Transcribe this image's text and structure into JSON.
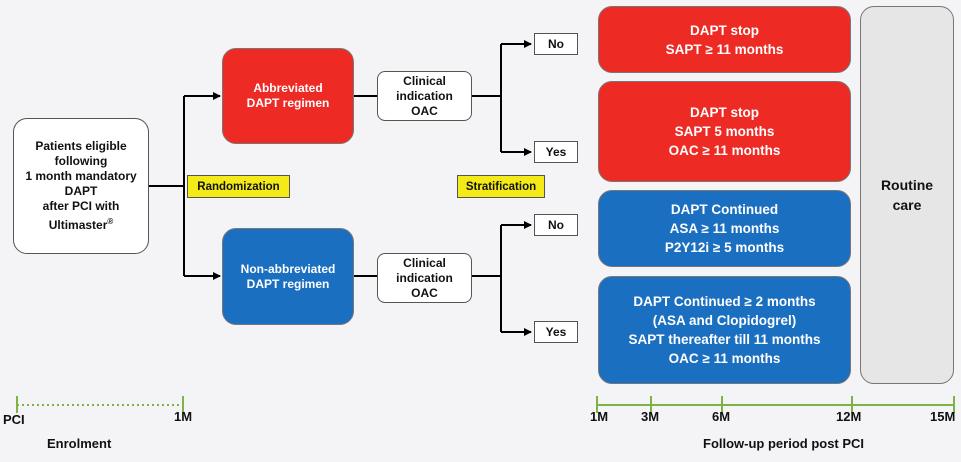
{
  "enrolment_box": [
    "Patients eligible",
    "following",
    "1 month mandatory",
    "DAPT",
    "after PCI with"
  ],
  "enrolment_device": "Ultimaster",
  "enrolment_device_mark": "®",
  "randomization": "Randomization",
  "stratification": "Stratification",
  "abbreviated": [
    "Abbreviated",
    "DAPT regimen"
  ],
  "non_abbreviated": [
    "Non-abbreviated",
    "DAPT regimen"
  ],
  "clinical_indication": [
    "Clinical",
    "indication",
    "OAC"
  ],
  "no": "No",
  "yes": "Yes",
  "outcomes": [
    [
      "DAPT stop",
      "SAPT  ≥ 11 months"
    ],
    [
      "DAPT stop",
      "SAPT 5 months",
      "OAC ≥ 11 months"
    ],
    [
      "DAPT Continued",
      "ASA ≥ 11 months",
      "P2Y12i ≥ 5 months"
    ],
    [
      "DAPT Continued ≥ 2 months",
      "(ASA and Clopidogrel)",
      "SAPT thereafter till 11 months",
      "OAC ≥ 11 months"
    ]
  ],
  "routine_care": [
    "Routine",
    "care"
  ],
  "timeline_left": {
    "start": "PCI",
    "end": "1M",
    "caption": "Enrolment"
  },
  "timeline_right": {
    "ticks": [
      "1M",
      "3M",
      "6M",
      "12M",
      "15M"
    ],
    "caption": "Follow-up period post PCI"
  },
  "colors": {
    "red": "#ee2a24",
    "blue": "#1a6fc0",
    "yellow": "#f4ea17",
    "green": "#7cb342",
    "gray": "#e6e6e6"
  }
}
